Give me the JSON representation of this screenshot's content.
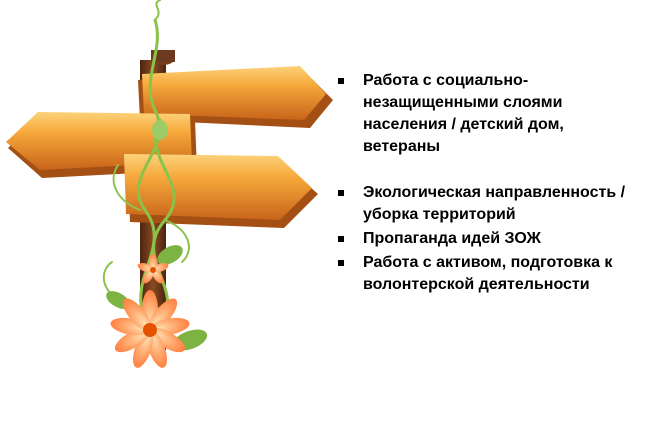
{
  "illustration": {
    "subject": "signpost-with-flowers",
    "sign_color": "#f5a623",
    "post_color": "#6b3a1f",
    "vine_color": "#8bc34a",
    "flower_color": "#ff8a50"
  },
  "bullets": [
    {
      "text": "Работа с социально-незащищенными слоями населения / детский дом, ветераны"
    },
    {
      "text": "Экологическая направленность / уборка территорий"
    },
    {
      "text": "Пропаганда идей ЗОЖ"
    },
    {
      "text": "Работа с активом, подготовка к волонтерской деятельности"
    }
  ]
}
